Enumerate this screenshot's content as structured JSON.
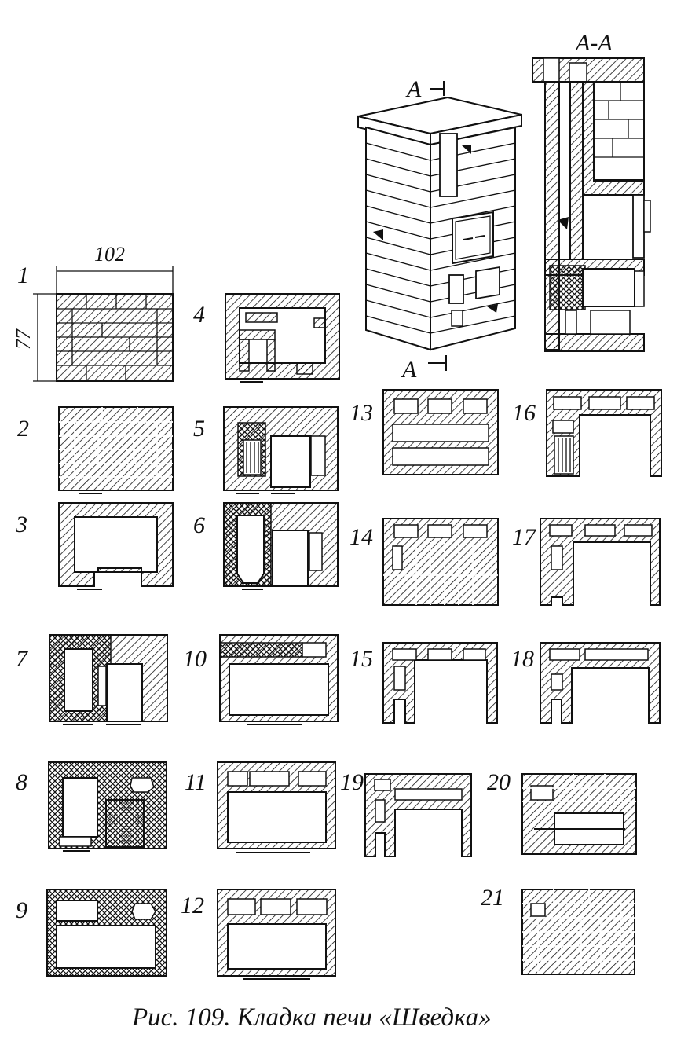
{
  "figure": {
    "caption": "Рис. 109. Кладка печи «Шведка»",
    "dimensions": {
      "width": "102",
      "height": "77"
    },
    "section_marker": "А",
    "section_title": "А-А",
    "row_numbers": [
      "1",
      "2",
      "3",
      "4",
      "5",
      "6",
      "7",
      "8",
      "9",
      "10",
      "11",
      "12",
      "13",
      "14",
      "15",
      "16",
      "17",
      "18",
      "19",
      "20",
      "21"
    ]
  },
  "colors": {
    "ink": "#111111",
    "paper": "#ffffff"
  }
}
